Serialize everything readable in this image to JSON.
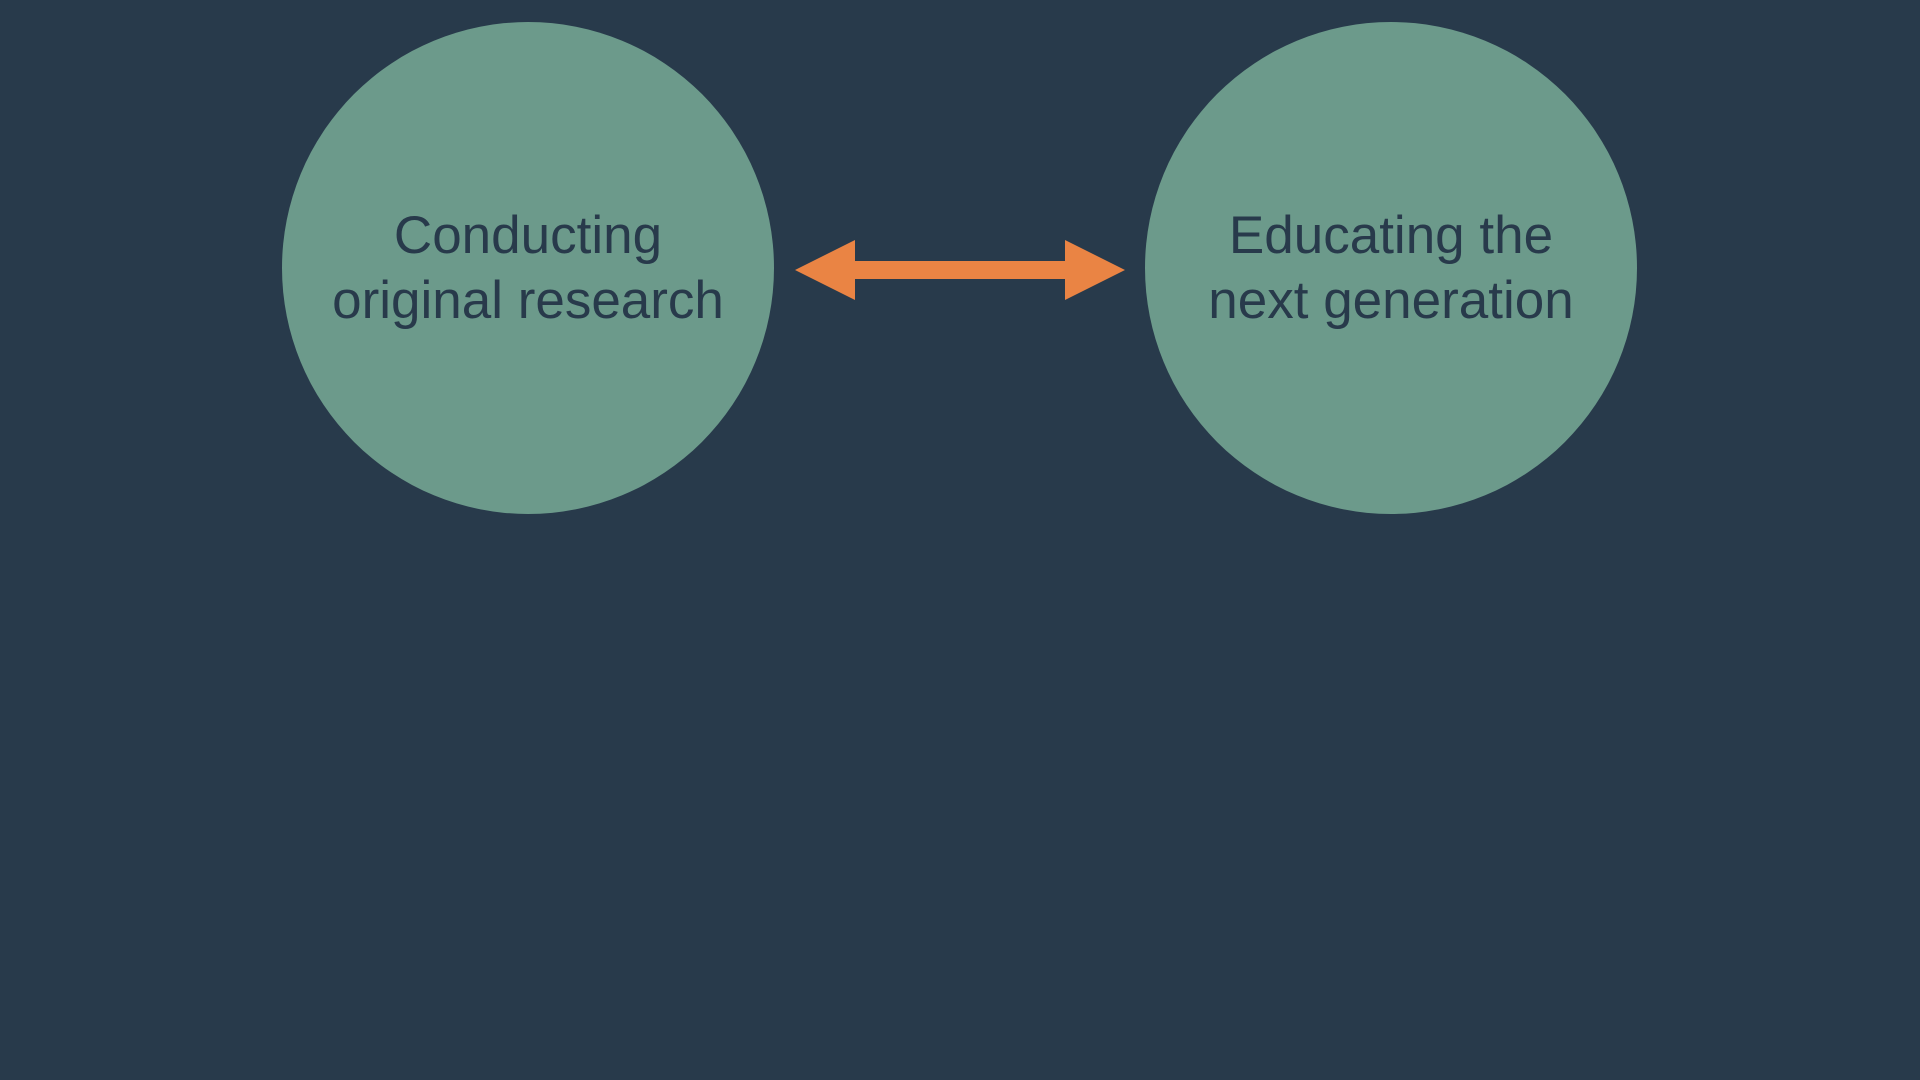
{
  "diagram": {
    "background_color": "#283a4b",
    "node_color": "#6c9a8b",
    "connector_color": "#ea8444",
    "left_node": {
      "label": "Conducting\noriginal research"
    },
    "right_node": {
      "label": "Educating the\nnext generation"
    },
    "connector": {
      "type": "bidirectional-arrow",
      "icon": "double-headed-arrow-icon"
    }
  }
}
